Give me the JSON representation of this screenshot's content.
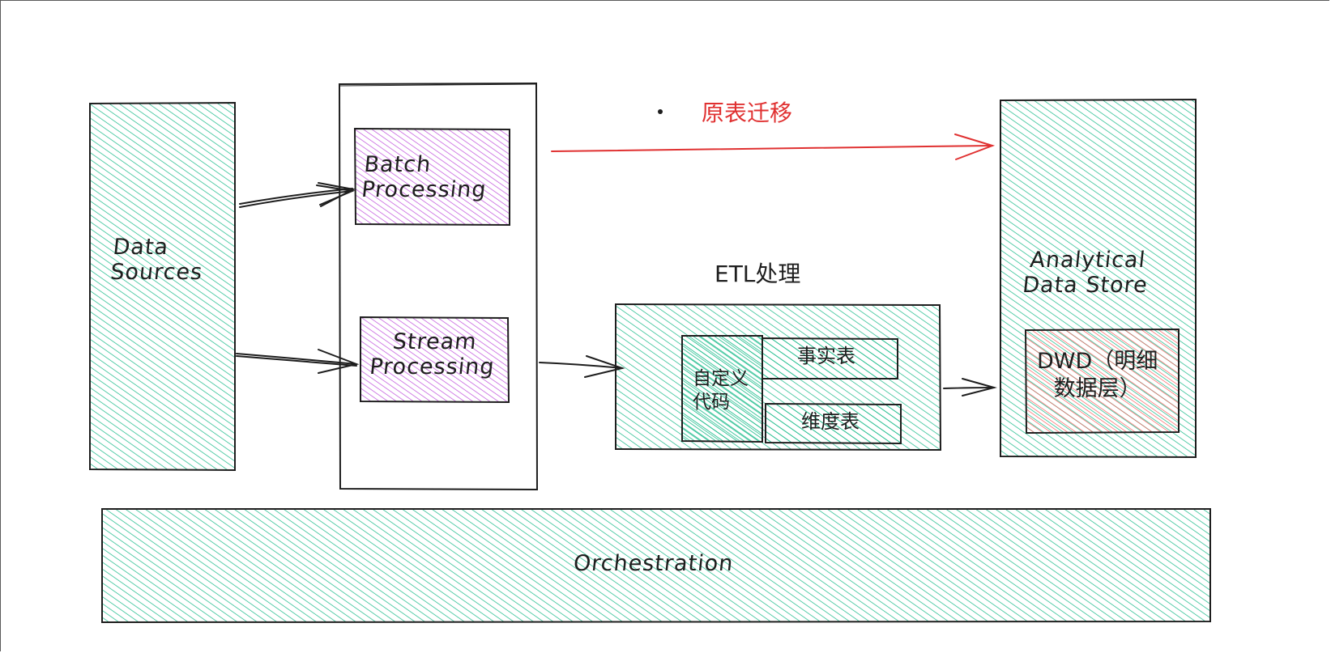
{
  "diagram": {
    "data_sources": "Data\nSources",
    "batch_processing": "Batch\nProcessing",
    "stream_processing": "Stream\nProcessing",
    "migration_label": "原表迁移",
    "etl_title": "ETL处理",
    "custom_code": "自定义\n代码",
    "fact_table": "事实表",
    "dimension_table": "维度表",
    "analytical_store": "Analytical\nData Store",
    "dwd_layer": "DWD（明细\n数据层）",
    "orchestration": "Orchestration"
  },
  "colors": {
    "green": "#12b886",
    "purple": "#be4bdb",
    "red_fill": "#fa5252",
    "red_arrow": "#e03131",
    "stroke": "#1e1e1e"
  }
}
